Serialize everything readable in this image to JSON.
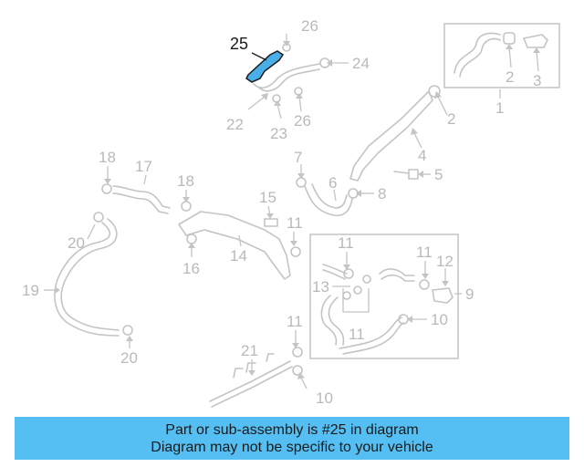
{
  "diagram": {
    "callouts": [
      "1",
      "2",
      "2",
      "3",
      "4",
      "5",
      "6",
      "7",
      "8",
      "9",
      "10",
      "10",
      "11",
      "11",
      "11",
      "11",
      "11",
      "12",
      "13",
      "14",
      "15",
      "16",
      "17",
      "18",
      "18",
      "19",
      "20",
      "20",
      "21",
      "22",
      "23",
      "24",
      "25",
      "26",
      "26"
    ],
    "highlighted_part": "25",
    "highlight_color": "#4aaee8"
  },
  "banner": {
    "line1": "Part or sub-assembly is #25 in diagram",
    "line2": "Diagram may not be specific to your vehicle",
    "background": "#55bef2"
  }
}
